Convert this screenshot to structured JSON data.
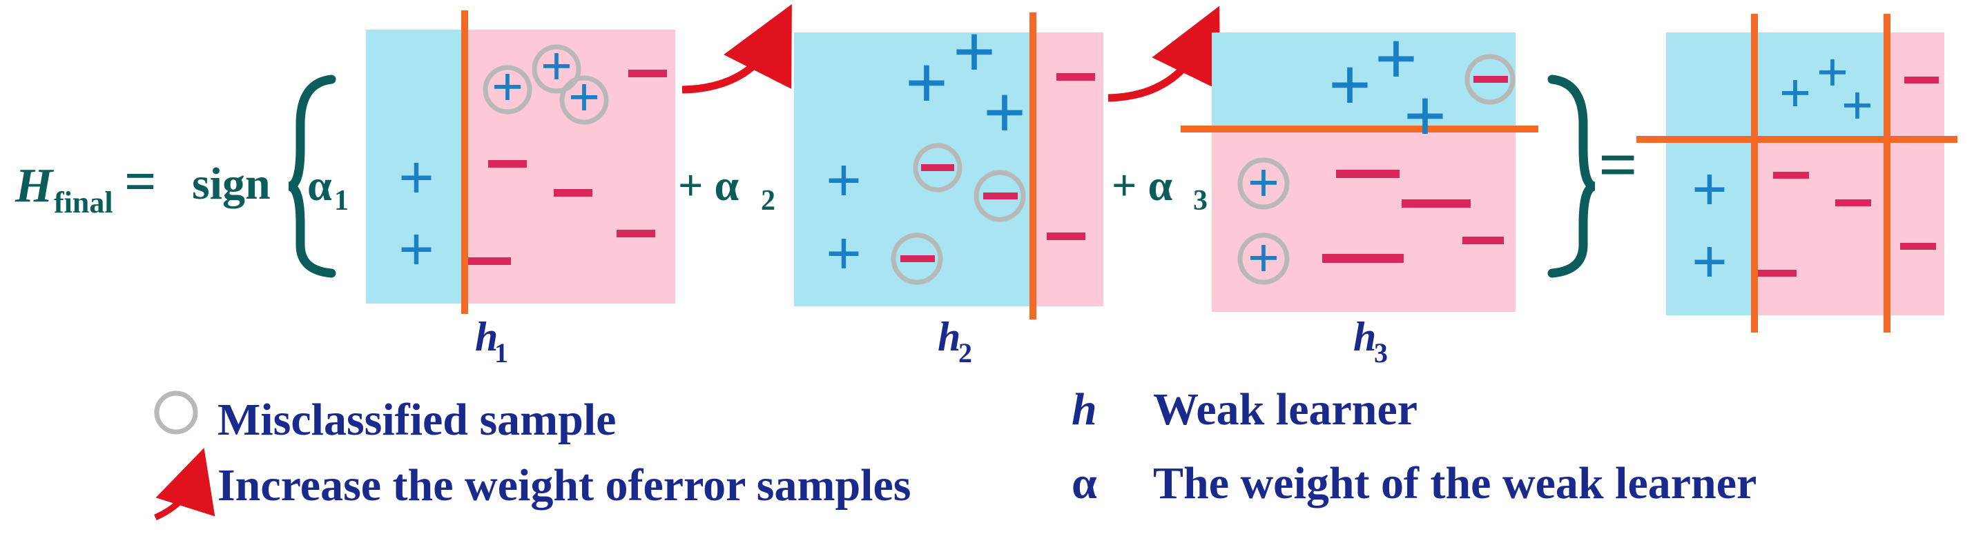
{
  "colors": {
    "blue_region": "#a8e4f2",
    "pink_region": "#fdc9d6",
    "orange_line": "#f46a25",
    "plus_sign": "#1a7fc4",
    "minus_sign": "#d9265b",
    "circle": "#b8b8b8",
    "arrow": "#e0121d",
    "teal_text": "#0d5c5c",
    "navy_text": "#1a2a8c"
  },
  "formula": {
    "h_symbol": "H",
    "h_subscript": "final",
    "equals": "=",
    "sign_word": "sign",
    "alpha": "α",
    "alpha1_sub": "1",
    "plus_alpha2_prefix": "+ α",
    "alpha2_sub": "2",
    "plus_alpha3_prefix": "+ α",
    "alpha3_sub": "3",
    "result_equals": "="
  },
  "panels": {
    "h1": {
      "symbol": "h",
      "subscript": "1"
    },
    "h2": {
      "symbol": "h",
      "subscript": "2"
    },
    "h3": {
      "symbol": "h",
      "subscript": "3"
    }
  },
  "legend": {
    "misclassified_icon": "circle-icon",
    "misclassified_label": "Misclassified sample",
    "arrow_icon": "curved-arrow-icon",
    "arrow_label": "Increase the weight oferror samples",
    "h_symbol": "h",
    "h_label": "Weak learner",
    "alpha_symbol": "α",
    "alpha_label": "The weight of the weak learner"
  }
}
